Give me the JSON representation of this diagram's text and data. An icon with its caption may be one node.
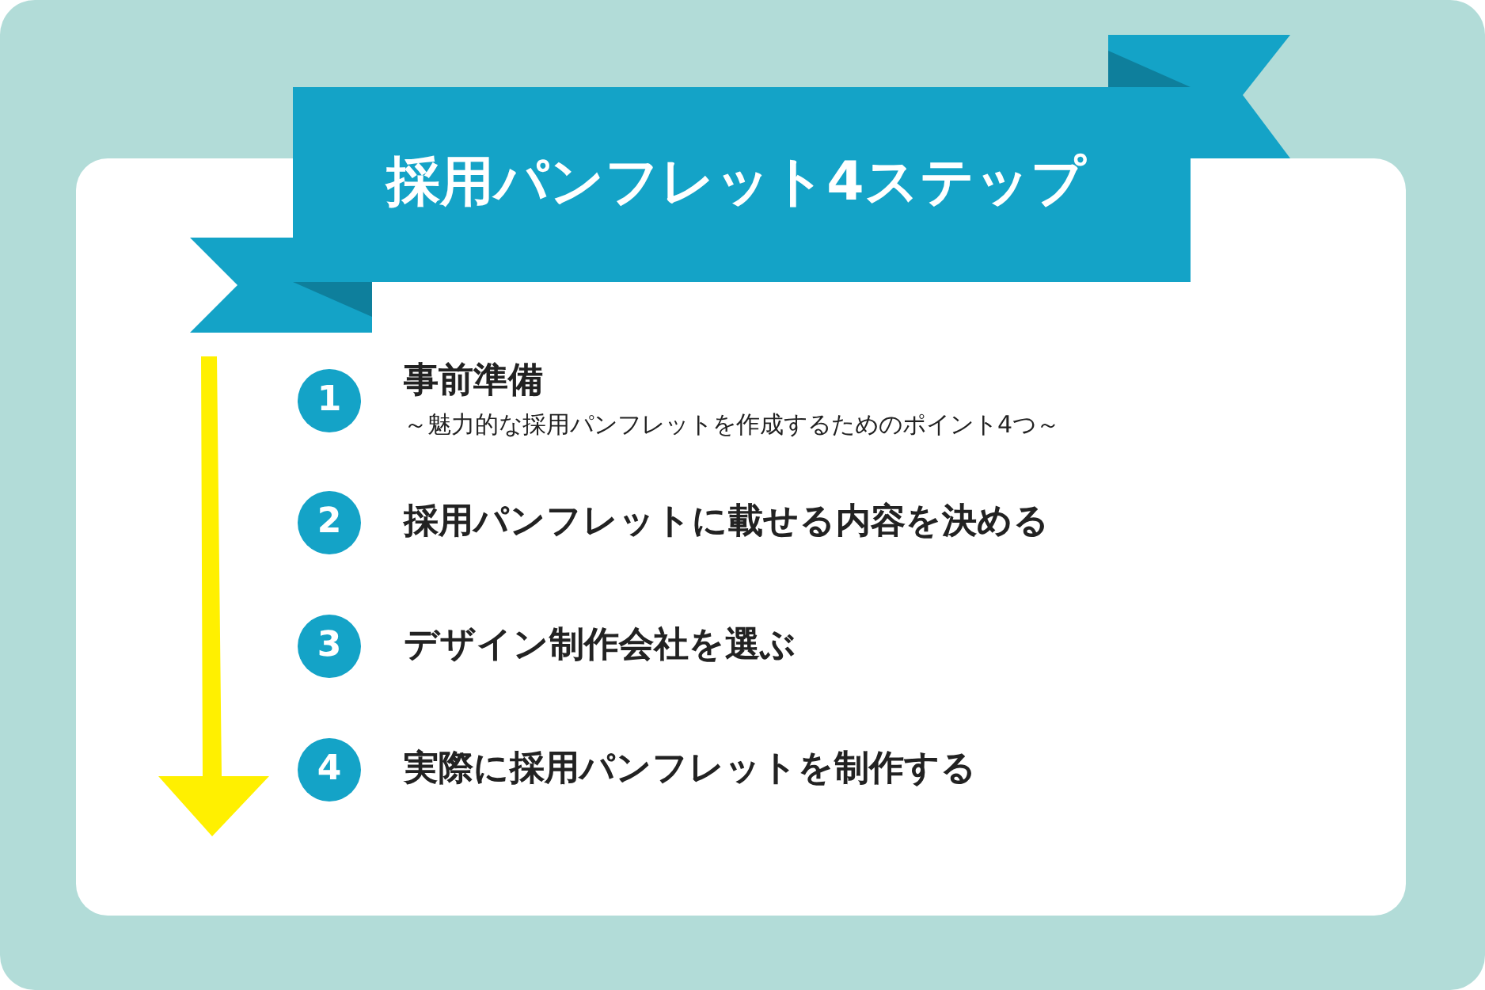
{
  "diagram": {
    "title": "採用パンフレット4ステップ",
    "nodes": [
      {
        "text": [
          "1"
        ],
        "beside": [
          "事前準備",
          "～魅力的な採用パンフレットを作成するためのポイント4つ～"
        ]
      },
      {
        "text": [
          "2"
        ],
        "beside": [
          "採用パンフレットに載せる内容を決める"
        ]
      },
      {
        "text": [
          "3"
        ],
        "beside": [
          "デザイン制作会社を選ぶ"
        ]
      },
      {
        "text": [
          "4"
        ],
        "beside": [
          "実際に採用パンフレットを制作する"
        ]
      }
    ]
  }
}
